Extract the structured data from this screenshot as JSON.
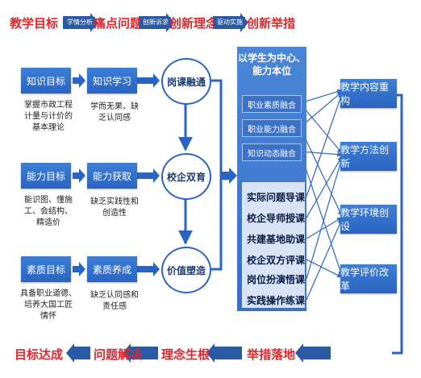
{
  "header": {
    "items": [
      "教学目标",
      "痛点问题",
      "创新理念",
      "创新举措"
    ],
    "flow_labels": [
      "学情分析",
      "创新诉求",
      "驱动实施"
    ]
  },
  "rows": [
    {
      "goal": "知识目标",
      "goal_desc": [
        "掌握市政工程",
        "计量与计价的",
        "基本理论"
      ],
      "learn": "知识学习",
      "learn_desc": [
        "学而无果、缺",
        "乏认同感"
      ],
      "circle": "岗课融通"
    },
    {
      "goal": "能力目标",
      "goal_desc": [
        "能识图、懂施",
        "工、会结构、",
        "精造价"
      ],
      "learn": "能力获取",
      "learn_desc": [
        "缺乏实践性和",
        "创造性"
      ],
      "circle": "校企双育"
    },
    {
      "goal": "素质目标",
      "goal_desc": [
        "具备职业道德、",
        "培养大国工匠",
        "情怀"
      ],
      "learn": "素质养成",
      "learn_desc": [
        "缺乏认同感和",
        "责任感"
      ],
      "circle": "价值塑造"
    }
  ],
  "center": {
    "title_line1": "以学生为中心、",
    "title_line2": "能力本位",
    "integrations": [
      "职业素质融合",
      "职业能力融合",
      "知识动态融合"
    ],
    "courses": [
      "实际问题导课",
      "校企导师授课",
      "共建基地助课",
      "校企双方评课",
      "岗位扮演悟课",
      "实践操作练课"
    ]
  },
  "right": [
    "教学内容重构",
    "教学方法创新",
    "教学环境创设",
    "教学评价改革"
  ],
  "footer": [
    "目标达成",
    "问题解决",
    "理念生根",
    "举措落地"
  ],
  "colors": {
    "red": "#e0262b",
    "blue": "#2a64c2",
    "dark_blue": "#1d3a70",
    "light_block": "#d8e3f5"
  }
}
